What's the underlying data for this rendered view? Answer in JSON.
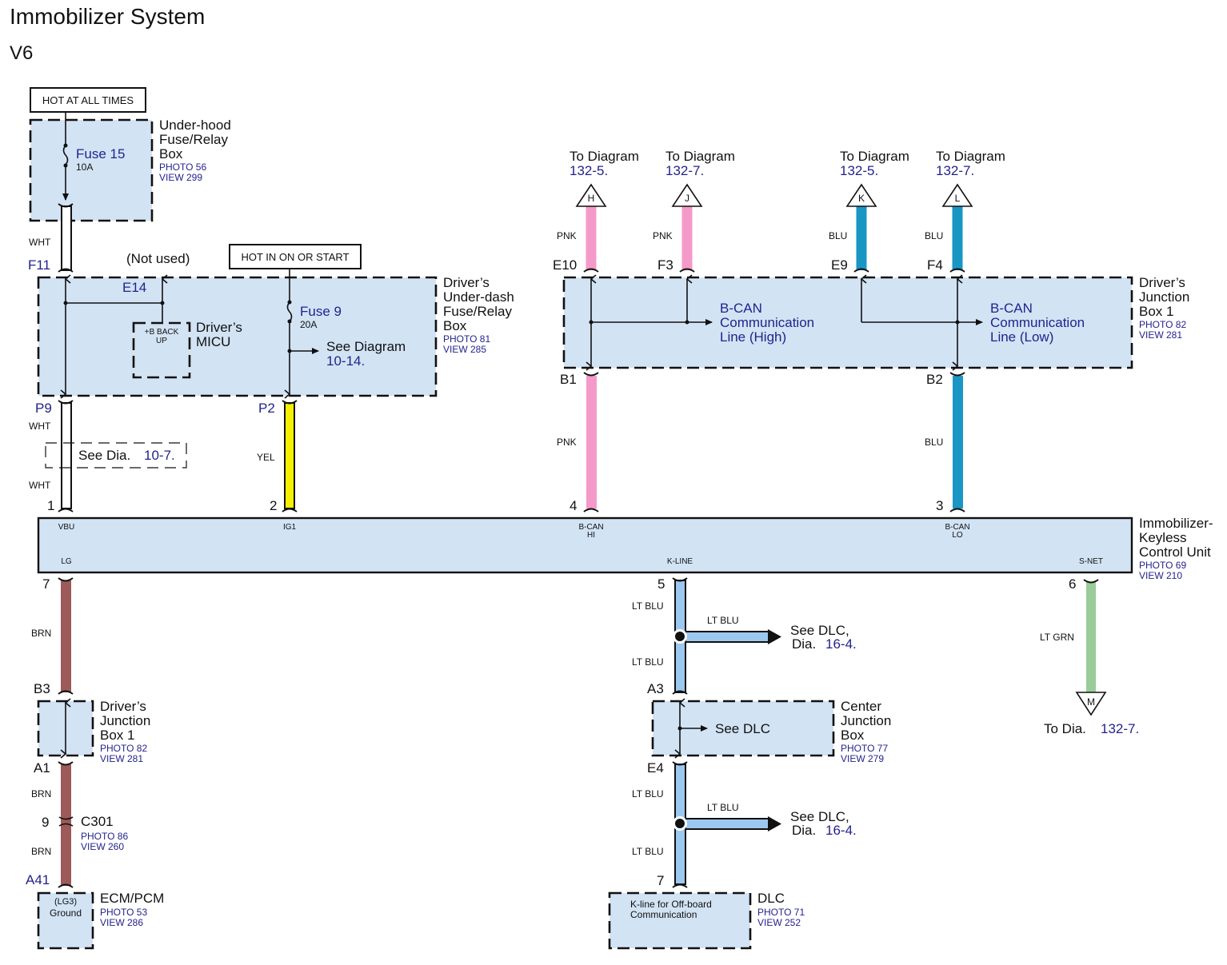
{
  "title": "Immobilizer System",
  "subtitle": "V6",
  "power_labels": {
    "hot_at_all_times": "HOT AT ALL TIMES",
    "hot_in_on_or_start": "HOT IN ON OR START",
    "not_used": "(Not used)"
  },
  "components": {
    "underhood_box": {
      "name_lines": [
        "Under-hood",
        "Fuse/Relay",
        "Box"
      ],
      "photo": "PHOTO 56",
      "view": "VIEW 299",
      "fuse": {
        "name": "Fuse 15",
        "rating": "10A"
      }
    },
    "underdash_box": {
      "name_lines": [
        "Driver’s",
        "Under-dash",
        "Fuse/Relay",
        "Box"
      ],
      "photo": "PHOTO 81",
      "view": "VIEW 285",
      "fuse": {
        "name": "Fuse 9",
        "rating": "20A"
      },
      "see_diagram": "See  Diagram",
      "see_diagram_ref": "10-14.",
      "micu": {
        "name_lines": [
          "Driver’s",
          "MICU"
        ],
        "inner_lines": [
          "+B BACK",
          "UP"
        ]
      }
    },
    "junction_box_top": {
      "name_lines": [
        "Driver’s",
        "Junction",
        "Box 1"
      ],
      "photo": "PHOTO 82",
      "view": "VIEW 281",
      "bcan_high": [
        "B-CAN",
        "Communication",
        "Line (High)"
      ],
      "bcan_low": [
        "B-CAN",
        "Communication",
        "Line (Low)"
      ]
    },
    "control_unit": {
      "name_lines": [
        "Immobilizer-",
        "Keyless",
        "Control Unit"
      ],
      "photo": "PHOTO 69",
      "view": "VIEW 210",
      "pins_top": [
        {
          "label": "VBU",
          "num": "1"
        },
        {
          "label": "IG1",
          "num": "2"
        },
        {
          "label": "B-CAN\nHI",
          "num": "4"
        },
        {
          "label": "B-CAN\nLO",
          "num": "3"
        }
      ],
      "pins_bottom": [
        {
          "label": "LG",
          "num": "7"
        },
        {
          "label": "K-LINE",
          "num": "5"
        },
        {
          "label": "S-NET",
          "num": "6"
        }
      ]
    },
    "junction_box_bottom": {
      "name_lines": [
        "Driver’s",
        "Junction",
        "Box 1"
      ],
      "photo": "PHOTO 82",
      "view": "VIEW 281"
    },
    "c301": {
      "name": "C301",
      "pin": "9",
      "photo": "PHOTO 86",
      "view": "VIEW 260"
    },
    "ecm": {
      "name": "ECM/PCM",
      "inner_lines": [
        "(LG3)",
        "Ground"
      ],
      "photo": "PHOTO 53",
      "view": "VIEW 286"
    },
    "center_junction": {
      "name_lines": [
        "Center",
        "Junction",
        "Box"
      ],
      "photo": "PHOTO 77",
      "view": "VIEW 279",
      "inner": "See DLC"
    },
    "dlc": {
      "name": "DLC",
      "inner_lines": [
        "K-line for Off-board",
        "Communication"
      ],
      "photo": "PHOTO 71",
      "view": "VIEW 252"
    }
  },
  "connectors": {
    "F11": "F11",
    "E14": "E14",
    "P9": "P9",
    "P2": "P2",
    "E10": "E10",
    "F3": "F3",
    "E9": "E9",
    "F4": "F4",
    "B1": "B1",
    "B2": "B2",
    "B3": "B3",
    "A1": "A1",
    "A41": "A41",
    "A3": "A3",
    "E4": "E4",
    "DLC7": "7"
  },
  "see_dia_107": {
    "text": "See Dia.",
    "ref": "10-7."
  },
  "offpage": [
    {
      "letter": "H",
      "text": "To Diagram",
      "ref": "132-5."
    },
    {
      "letter": "J",
      "text": "To Diagram",
      "ref": "132-7."
    },
    {
      "letter": "K",
      "text": "To Diagram",
      "ref": "132-5."
    },
    {
      "letter": "L",
      "text": "To Diagram",
      "ref": "132-7."
    },
    {
      "letter": "M",
      "text": "To Dia.",
      "ref": "132-7."
    }
  ],
  "dlc_branch": {
    "wire_label": "LT BLU",
    "text_line1": "See DLC,",
    "text_line2": "Dia.",
    "ref": "16-4."
  },
  "wires": {
    "wht": "WHT",
    "yel": "YEL",
    "pnk": "PNK",
    "blu": "BLU",
    "brn": "BRN",
    "ltblu": "LT BLU",
    "ltgrn": "LT GRN"
  },
  "colors": {
    "wht": "#ffffff",
    "yel": "#f5f000",
    "pnk": "#f49ac9",
    "blu": "#1a96c4",
    "brn": "#9c5a5a",
    "ltblu": "#9cc8f0",
    "ltgrn": "#98cc98",
    "box": "#d2e3f4",
    "ref_blue": "#23238c"
  }
}
